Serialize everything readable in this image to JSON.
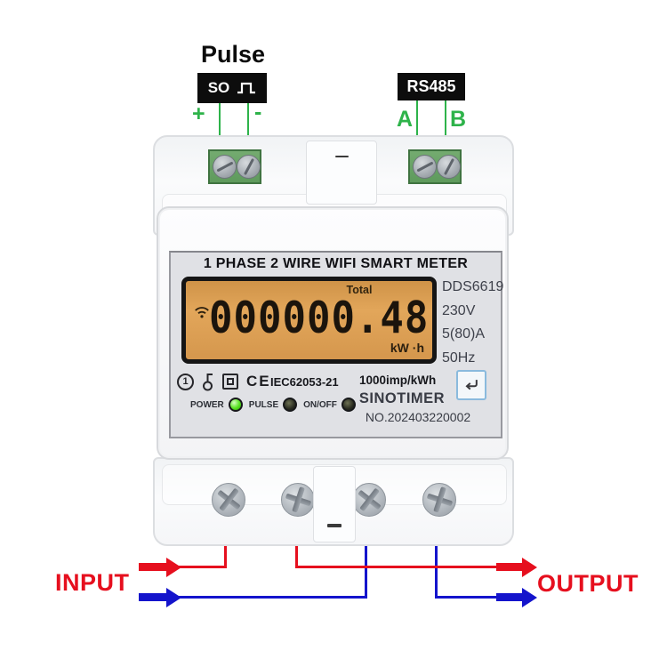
{
  "colors": {
    "accent_red": "#e60f1e",
    "accent_blue": "#1414cc",
    "annotation_green": "#2eb34a",
    "lcd_orange": "#dfa153",
    "led_on_green": "#55e01f",
    "terminal_green": "#649f61"
  },
  "top_annotations": {
    "pulse": {
      "title": "Pulse",
      "box_label": "SO",
      "plus": "+",
      "minus": "-"
    },
    "rs485": {
      "box_label": "RS485",
      "a": "A",
      "b": "B"
    }
  },
  "meter": {
    "faceplate_title": "1 PHASE 2 WIRE WIFI  SMART METER",
    "lcd": {
      "total_label": "Total",
      "reading": "000000.48",
      "unit": "kW ·h"
    },
    "specs": {
      "model": "DDS6619",
      "voltage": "230V",
      "current": "5(80)A",
      "frequency": "50Hz"
    },
    "certifications": {
      "class1_digit": "1",
      "ce_mark": "CE"
    },
    "standard": "IEC62053-21",
    "impulse_constant": "1000imp/kWh",
    "indicators": {
      "power": "POWER",
      "pulse": "PULSE",
      "onoff": "ON/OFF"
    },
    "brand": "SINOTIMER",
    "serial_number": "NO.202403220002"
  },
  "bottom_annotations": {
    "input": "INPUT",
    "output": "OUTPUT"
  }
}
